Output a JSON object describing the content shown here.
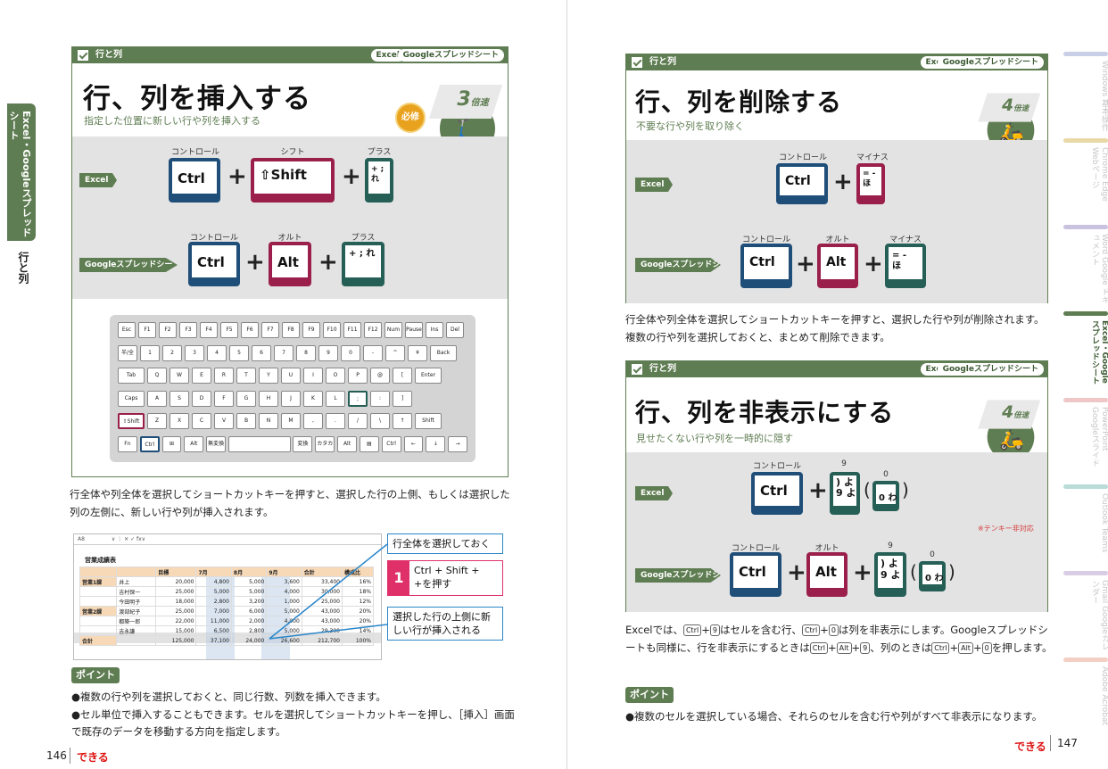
{
  "left": {
    "header": {
      "section": "行と列",
      "app1": "Excel",
      "app2": "Googleスプレッドシート"
    },
    "title": "行、列を挿入する",
    "subtitle": "指定した位置に新しい行や列を挿入する",
    "speed": {
      "value": "3",
      "unit": "倍速"
    },
    "must_badge": "必修",
    "side_tab": {
      "category": "Excel・Googleスプレッドシート",
      "subtopic": "行と列"
    },
    "excel_row": {
      "tag": "Excel",
      "keys": [
        {
          "label": "コントロール",
          "cap": "Ctrl"
        },
        {
          "label": "シフト",
          "cap": "⇧Shift"
        },
        {
          "label": "プラス",
          "cap": "+ ; れ"
        }
      ]
    },
    "google_row": {
      "tag": "Googleスプレッドシート",
      "keys": [
        {
          "label": "コントロール",
          "cap": "Ctrl"
        },
        {
          "label": "オルト",
          "cap": "Alt"
        },
        {
          "label": "プラス",
          "cap": "+ ; れ"
        }
      ]
    },
    "keyboard": {
      "row1": [
        "Esc",
        "F1",
        "F2",
        "F3",
        "F4",
        "F5",
        "F6",
        "F7",
        "F8",
        "F9",
        "F10",
        "F11",
        "F12",
        "Num Lock",
        "Pause",
        "Ins",
        "Del"
      ],
      "row2": [
        "半/全",
        "1",
        "2",
        "3",
        "4",
        "5",
        "6",
        "7",
        "8",
        "9",
        "0",
        "-",
        "^",
        "¥",
        "Back space"
      ],
      "row3": [
        "Tab",
        "Q",
        "W",
        "E",
        "R",
        "T",
        "Y",
        "U",
        "I",
        "O",
        "P",
        "@",
        "[",
        "Enter"
      ],
      "row4": [
        "Caps Lock",
        "A",
        "S",
        "D",
        "F",
        "G",
        "H",
        "J",
        "K",
        "L",
        ";",
        ":",
        "]"
      ],
      "row5": [
        "⇧Shift",
        "Z",
        "X",
        "C",
        "V",
        "B",
        "N",
        "M",
        ",",
        ".",
        "/",
        "\\",
        "↑",
        "Shift"
      ],
      "row6": [
        "Fn",
        "Ctrl",
        "⊞",
        "Alt",
        "無変換",
        "",
        "変換",
        "カタカナ",
        "Alt",
        "▤",
        "Ctrl",
        "←",
        "↓",
        "→"
      ]
    },
    "paragraph": "行全体や列全体を選択してショートカットキーを押すと、選択した行の上側、もしくは選択した列の左側に、新しい行や列が挿入されます。",
    "spreadsheet": {
      "namebox": "A8",
      "title": "営業成績表",
      "headers": [
        "",
        "",
        "目標",
        "7月",
        "8月",
        "9月",
        "合計",
        "構成比"
      ],
      "rows": [
        [
          "営業1課",
          "井上",
          "20,000",
          "4,800",
          "5,000",
          "3,600",
          "33,400",
          "16%"
        ],
        [
          "",
          "吉村保一",
          "25,000",
          "5,000",
          "5,000",
          "4,000",
          "30,000",
          "18%"
        ],
        [
          "",
          "今田明子",
          "18,000",
          "2,800",
          "3,200",
          "1,000",
          "25,000",
          "12%"
        ],
        [
          "営業2課",
          "渡部紀子",
          "25,000",
          "7,000",
          "6,000",
          "5,000",
          "43,000",
          "20%"
        ],
        [
          "",
          "都築一郎",
          "22,000",
          "11,000",
          "2,000",
          "4,000",
          "43,000",
          "20%"
        ],
        [
          "",
          "吉永謙",
          "15,000",
          "6,500",
          "2,800",
          "5,000",
          "29,300",
          "14%"
        ],
        [
          "合計",
          "",
          "125,000",
          "37,100",
          "24,000",
          "26,600",
          "212,700",
          "100%"
        ]
      ]
    },
    "callouts": {
      "select": "行全体を選択しておく",
      "step_num": "1",
      "step_text_a": "Ctrl + Shift +",
      "step_text_b": "+を押す",
      "result": "選択した行の上側に新しい行が挿入される"
    },
    "point_label": "ポイント",
    "bullets": [
      "●複数の行や列を選択しておくと、同じ行数、列数を挿入できます。",
      "●セル単位で挿入することもできます。セルを選択してショートカットキーを押し、［挿入］画面で既存のデータを移動する方向を指定します。"
    ],
    "page_number": "146",
    "logo": "できる"
  },
  "right": {
    "box1": {
      "header": {
        "section": "行と列",
        "app1": "Excel",
        "app2": "Googleスプレッドシート"
      },
      "title": "行、列を削除する",
      "subtitle": "不要な行や列を取り除く",
      "speed": {
        "value": "4",
        "unit": "倍速"
      },
      "excel_row": {
        "tag": "Excel",
        "keys": [
          {
            "label": "コントロール",
            "cap": "Ctrl"
          },
          {
            "label": "マイナス",
            "cap": "= - ほ"
          }
        ]
      },
      "google_row": {
        "tag": "Googleスプレッドシート",
        "keys": [
          {
            "label": "コントロール",
            "cap": "Ctrl"
          },
          {
            "label": "オルト",
            "cap": "Alt"
          },
          {
            "label": "マイナス",
            "cap": "= - ほ"
          }
        ]
      }
    },
    "paragraph1": "行全体や列全体を選択してショートカットキーを押すと、選択した行や列が削除されます。複数の行や列を選択しておくと、まとめて削除できます。",
    "box2": {
      "header": {
        "section": "行と列",
        "app1": "Excel",
        "app2": "Googleスプレッドシート"
      },
      "title": "行、列を非表示にする",
      "subtitle": "見せたくない行や列を一時的に隠す",
      "speed": {
        "value": "4",
        "unit": "倍速"
      },
      "excel_row": {
        "tag": "Excel",
        "keys": [
          {
            "label": "コントロール",
            "cap": "Ctrl"
          },
          {
            "label": "9",
            "cap": ") よ 9 よ"
          },
          {
            "label": "0",
            "cap": "0 わ"
          }
        ]
      },
      "google_row": {
        "tag": "Googleスプレッドシート",
        "keys": [
          {
            "label": "コントロール",
            "cap": "Ctrl"
          },
          {
            "label": "オルト",
            "cap": "Alt"
          },
          {
            "label": "9",
            "cap": ") よ 9 よ"
          },
          {
            "label": "0",
            "cap": "0 わ"
          }
        ]
      },
      "note": "※テンキー非対応"
    },
    "paragraph2_parts": {
      "t1": "Excelでは、",
      "k1": "Ctrl",
      "t2": "+",
      "k2": "9",
      "t3": "はセルを含む行、",
      "k3": "Ctrl",
      "t4": "+",
      "k4": "0",
      "t5": "は列を非表示にします。Googleスプレッドシートも同様に、行を非表示にするときは",
      "k5": "Ctrl",
      "t6": "+",
      "k6": "Alt",
      "t7": "+",
      "k7": "9",
      "t8": "、列のときは",
      "k8": "Ctrl",
      "t9": "+",
      "k9": "Alt",
      "t10": "+",
      "k10": "0",
      "t11": "を押します。"
    },
    "point_label": "ポイント",
    "bullet": "●複数のセルを選択している場合、それらのセルを含む行や列がすべて非表示になります。",
    "page_number": "147",
    "logo": "できる",
    "side_nav": [
      {
        "label": "Windows 基本操作",
        "color": "#c9cfe6"
      },
      {
        "label": "Chrome Edge Webページ",
        "color": "#e8d9a6"
      },
      {
        "label": "Word Google ドキュメント",
        "color": "#c9c3df"
      },
      {
        "label": "Excel・Google スプレッドシート",
        "color": "#5f7d52"
      },
      {
        "label": "PowerPoint Googleスライド",
        "color": "#f0c7c7"
      },
      {
        "label": "Outlook Teams",
        "color": "#b9dcd9"
      },
      {
        "label": "Gmail Googleカレンダー",
        "color": "#d9cde6"
      },
      {
        "label": "Adobe Acrobat",
        "color": "#f4cfc3"
      }
    ]
  }
}
